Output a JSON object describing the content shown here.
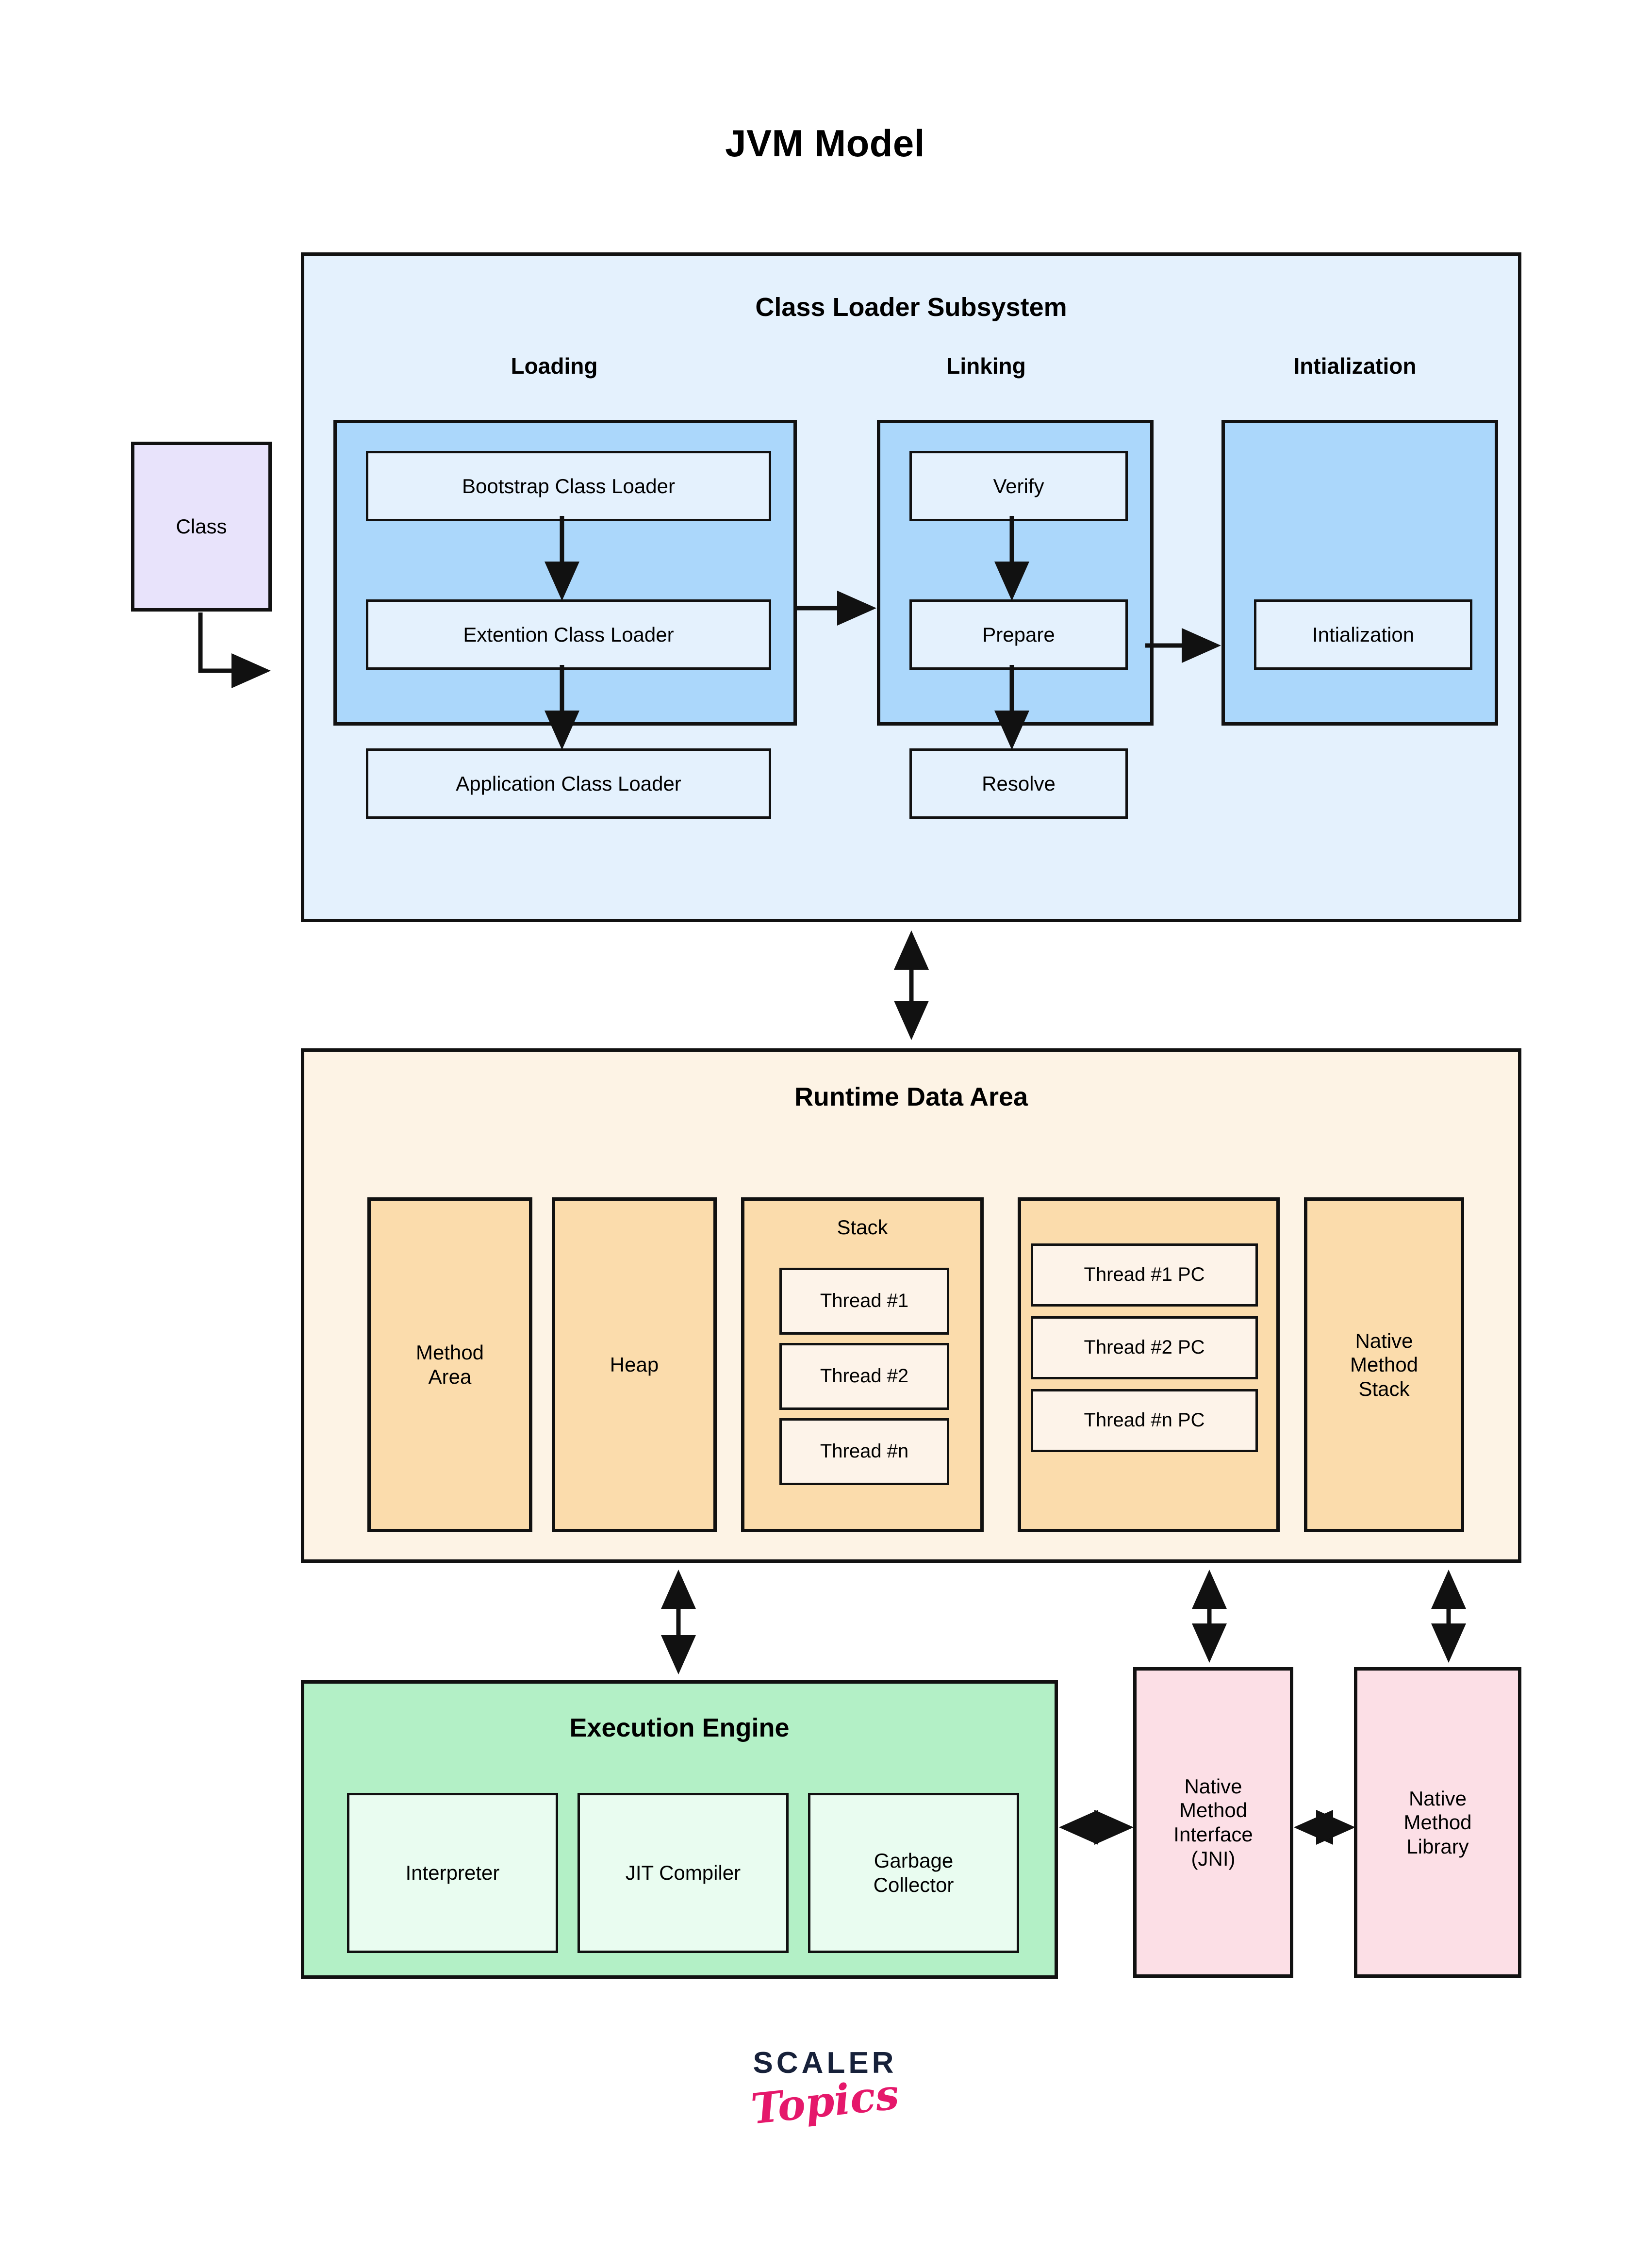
{
  "title": "JVM Model",
  "input_node": {
    "label": "Class"
  },
  "class_loader_subsystem": {
    "heading": "Class Loader Subsystem",
    "phases": [
      {
        "title": "Loading",
        "items": [
          {
            "label": "Bootstrap Class Loader"
          },
          {
            "label": "Extention Class Loader"
          },
          {
            "label": "Application Class Loader"
          }
        ]
      },
      {
        "title": "Linking",
        "items": [
          {
            "label": "Verify"
          },
          {
            "label": "Prepare"
          },
          {
            "label": "Resolve"
          }
        ]
      },
      {
        "title": "Intialization",
        "items": [
          {
            "label": "Intialization"
          }
        ]
      }
    ]
  },
  "runtime_data_area": {
    "heading": "Runtime Data Area",
    "columns": [
      {
        "label": "Method\nArea",
        "items": []
      },
      {
        "label": "Heap",
        "items": []
      },
      {
        "label": "Stack",
        "items": [
          {
            "label": "Thread #1"
          },
          {
            "label": "Thread #2"
          },
          {
            "label": "Thread #n"
          }
        ]
      },
      {
        "label": "",
        "items": [
          {
            "label": "Thread #1 PC"
          },
          {
            "label": "Thread #2 PC"
          },
          {
            "label": "Thread #n PC"
          }
        ]
      },
      {
        "label": "Native\nMethod\nStack",
        "items": []
      }
    ]
  },
  "execution_engine": {
    "heading": "Execution Engine",
    "items": [
      {
        "label": "Interpreter"
      },
      {
        "label": "JIT Compiler"
      },
      {
        "label": "Garbage\nCollector"
      }
    ]
  },
  "native_method_interface": {
    "label": "Native\nMethod\nInterface\n(JNI)"
  },
  "native_method_library": {
    "label": "Native\nMethod\nLibrary"
  },
  "footer": {
    "logo_primary": "SCALER",
    "logo_secondary": "Topics"
  },
  "colors": {
    "class_node": "#e8e3fb",
    "class_loader_outer": "#e4f1fd",
    "class_loader_group": "#abd7fb",
    "runtime_outer": "#fdf3e5",
    "runtime_column": "#fbdcac",
    "execution_engine": "#b3f0c6",
    "native_boxes": "#fcdfe6",
    "stroke": "#111111",
    "logo_primary": "#17213a",
    "logo_secondary": "#e5186b"
  }
}
